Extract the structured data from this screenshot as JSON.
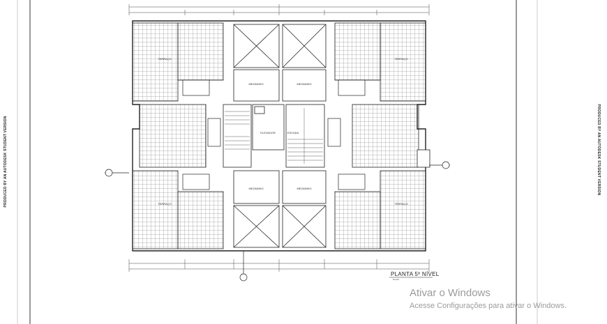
{
  "watermark_vertical": "PRODUCED BY AN AUTODESK STUDENT VERSION",
  "plan": {
    "title": "PLANTA 5º NÍVEL",
    "scale_note": "Escala"
  },
  "rooms": {
    "bedroom_label": "MEZANINO",
    "elevator_label": "ELEVADOR",
    "stair_label": "ESCADA",
    "terrace_label": "TERRAÇO"
  },
  "windows_activation": {
    "title": "Ativar o Windows",
    "subtitle": "Acesse Configurações para ativar o Windows."
  },
  "colors": {
    "line": "#222222",
    "grid": "#555555",
    "background": "#ffffff",
    "watermark_text": "#9b9b9b"
  }
}
